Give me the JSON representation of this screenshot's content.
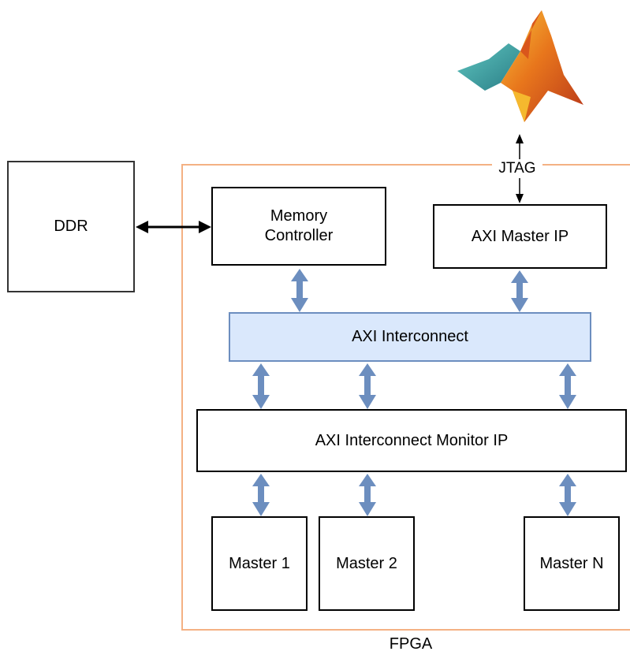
{
  "diagram": {
    "fpga_label": "FPGA",
    "jtag_label": "JTAG",
    "blocks": {
      "ddr": "DDR",
      "memory_controller": "Memory\nController",
      "axi_master_ip": "AXI Master IP",
      "axi_interconnect": "AXI Interconnect",
      "monitor_ip": "AXI Interconnect Monitor IP",
      "master_1": "Master 1",
      "master_2": "Master 2",
      "master_n": "Master N"
    },
    "logo": "matlab-membrane-logo",
    "colors": {
      "fpga_border": "#f4b183",
      "interconnect_fill": "#dae8fc",
      "interconnect_border": "#6c8ebf",
      "bus_arrow": "#6c8ebf"
    }
  }
}
